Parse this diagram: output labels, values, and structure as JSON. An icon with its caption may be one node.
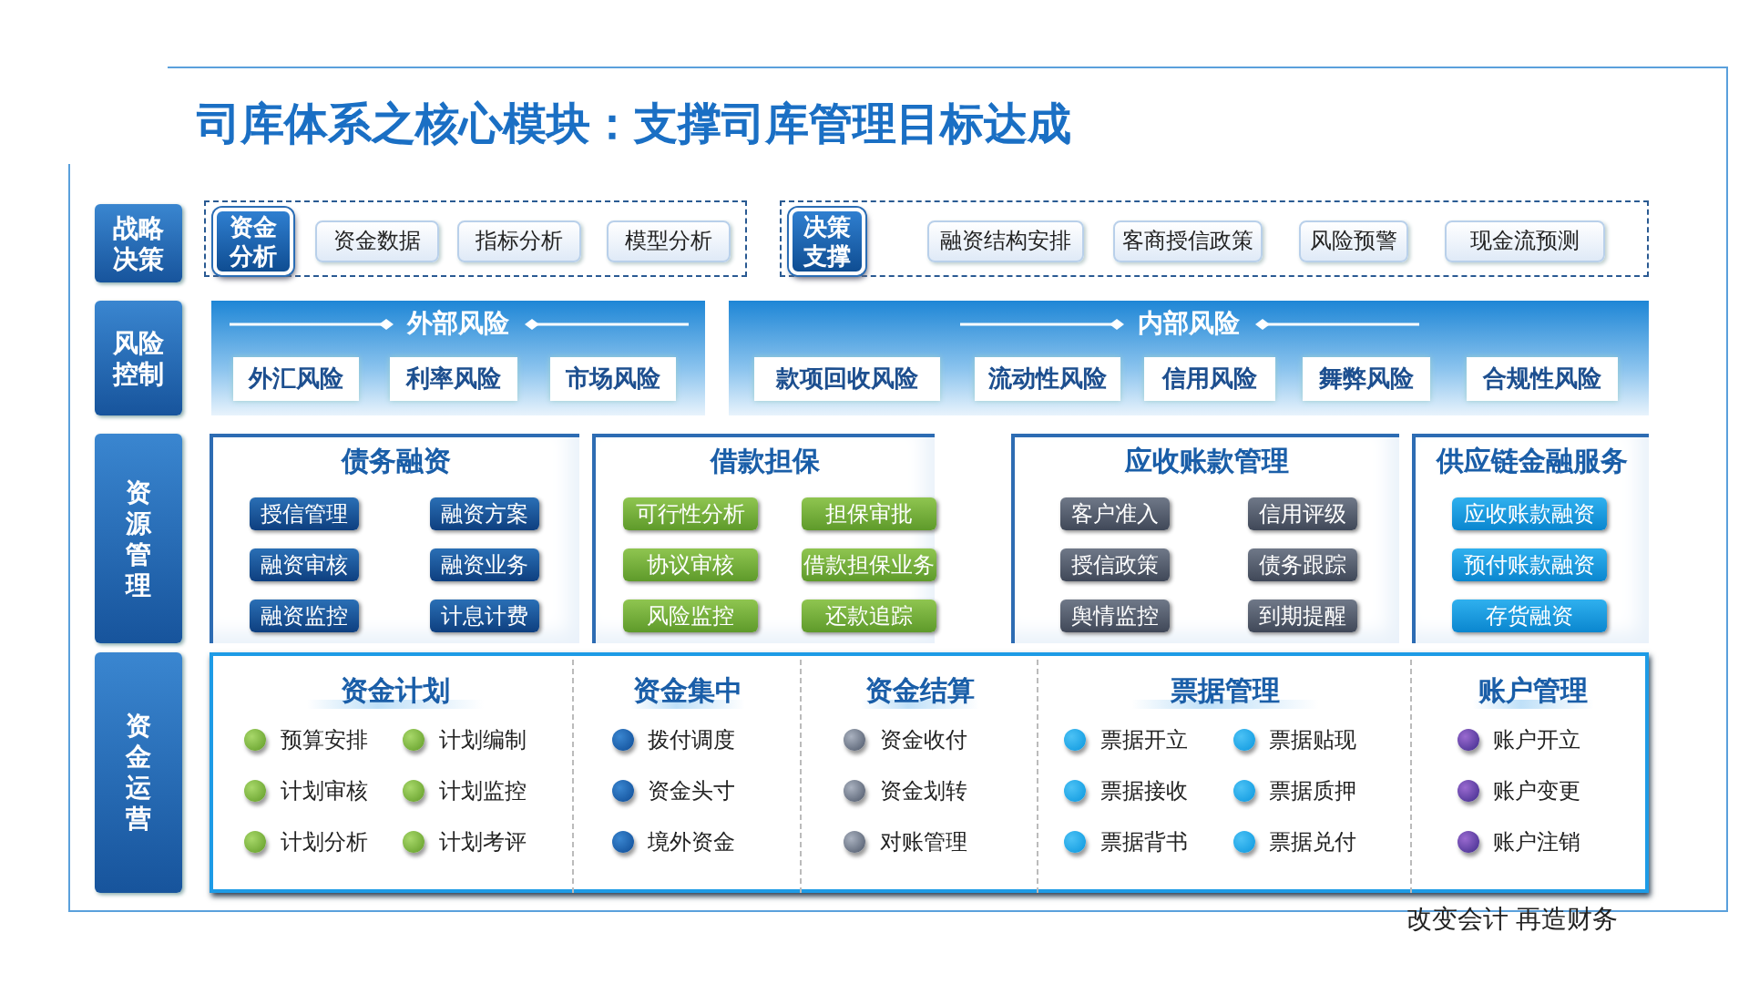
{
  "diagram": {
    "title": "司库体系之核心模块：支撑司库管理目标达成",
    "nodes": [
      {
        "text": [
          "战略决策"
        ]
      },
      {
        "text": [],
        "shape": "box"
      },
      {
        "text": [
          "资金分析"
        ],
        "in": 1
      },
      {
        "text": [
          "资金数据"
        ],
        "in": 1
      },
      {
        "text": [
          "指标分析"
        ],
        "in": 1
      },
      {
        "text": [
          "模型分析"
        ],
        "in": 1
      },
      {
        "text": [],
        "shape": "box"
      },
      {
        "text": [
          "决策支撑"
        ],
        "in": 6
      },
      {
        "text": [
          "融资结构安排"
        ],
        "in": 6
      },
      {
        "text": [
          "客商授信政策"
        ],
        "in": 6
      },
      {
        "text": [
          "风险预警"
        ],
        "in": 6
      },
      {
        "text": [
          "现金流预测"
        ],
        "in": 6
      },
      {
        "text": [
          "风险控制"
        ]
      },
      {
        "text": [
          "外部风险"
        ]
      },
      {
        "text": [
          "外汇风险"
        ],
        "in": 13
      },
      {
        "text": [
          "利率风险"
        ],
        "in": 13
      },
      {
        "text": [
          "市场风险"
        ],
        "in": 13
      },
      {
        "text": [
          "内部风险"
        ]
      },
      {
        "text": [
          "款项回收风险"
        ],
        "in": 17
      },
      {
        "text": [
          "流动性风险"
        ],
        "in": 17
      },
      {
        "text": [
          "信用风险"
        ],
        "in": 17
      },
      {
        "text": [
          "舞弊风险"
        ],
        "in": 17
      },
      {
        "text": [
          "合规性风险"
        ],
        "in": 17
      },
      {
        "text": [
          "资源管理"
        ]
      },
      {
        "text": [
          "债务融资"
        ]
      },
      {
        "text": [
          "授信管理"
        ],
        "in": 24
      },
      {
        "text": [
          "融资方案"
        ],
        "in": 24
      },
      {
        "text": [
          "融资审核"
        ],
        "in": 24
      },
      {
        "text": [
          "融资业务"
        ],
        "in": 24
      },
      {
        "text": [
          "融资监控"
        ],
        "in": 24
      },
      {
        "text": [
          "计息计费"
        ],
        "in": 24
      },
      {
        "text": [
          "借款担保"
        ]
      },
      {
        "text": [
          "可行性分析"
        ],
        "in": 31
      },
      {
        "text": [
          "担保审批"
        ],
        "in": 31
      },
      {
        "text": [
          "协议审核"
        ],
        "in": 31
      },
      {
        "text": [
          "借款担保业务"
        ],
        "in": 31
      },
      {
        "text": [
          "风险监控"
        ],
        "in": 31
      },
      {
        "text": [
          "还款追踪"
        ],
        "in": 31
      },
      {
        "text": [
          "应收账款管理"
        ]
      },
      {
        "text": [
          "客户准入"
        ],
        "in": 38
      },
      {
        "text": [
          "信用评级"
        ],
        "in": 38
      },
      {
        "text": [
          "授信政策"
        ],
        "in": 38
      },
      {
        "text": [
          "债务跟踪"
        ],
        "in": 38
      },
      {
        "text": [
          "舆情监控"
        ],
        "in": 38
      },
      {
        "text": [
          "到期提醒"
        ],
        "in": 38
      },
      {
        "text": [
          "供应链金融服务"
        ]
      },
      {
        "text": [
          "应收账款融资"
        ],
        "in": 45
      },
      {
        "text": [
          "预付账款融资"
        ],
        "in": 45
      },
      {
        "text": [
          "存货融资"
        ],
        "in": 45
      },
      {
        "text": [
          "资金运营"
        ]
      },
      {
        "text": [],
        "shape": "box"
      },
      {
        "text": [
          "资金计划",
          "预算安排",
          "计划编制",
          "计划审核",
          "计划监控",
          "计划分析",
          "计划考评"
        ],
        "in": 50
      },
      {
        "text": [
          "资金集中",
          "拨付调度",
          "资金头寸",
          "境外资金"
        ],
        "in": 50
      },
      {
        "text": [
          "资金结算",
          "资金收付",
          "资金划转",
          "对账管理"
        ],
        "in": 50
      },
      {
        "text": [
          "票据管理",
          "票据开立",
          "票据贴现",
          "票据接收",
          "票据质押",
          "票据背书",
          "票据兑付"
        ],
        "in": 50
      },
      {
        "text": [
          "账户管理",
          "账户开立",
          "账户变更",
          "账户注销"
        ],
        "in": 50
      }
    ],
    "labels": [
      "改变会计 再造财务"
    ]
  }
}
